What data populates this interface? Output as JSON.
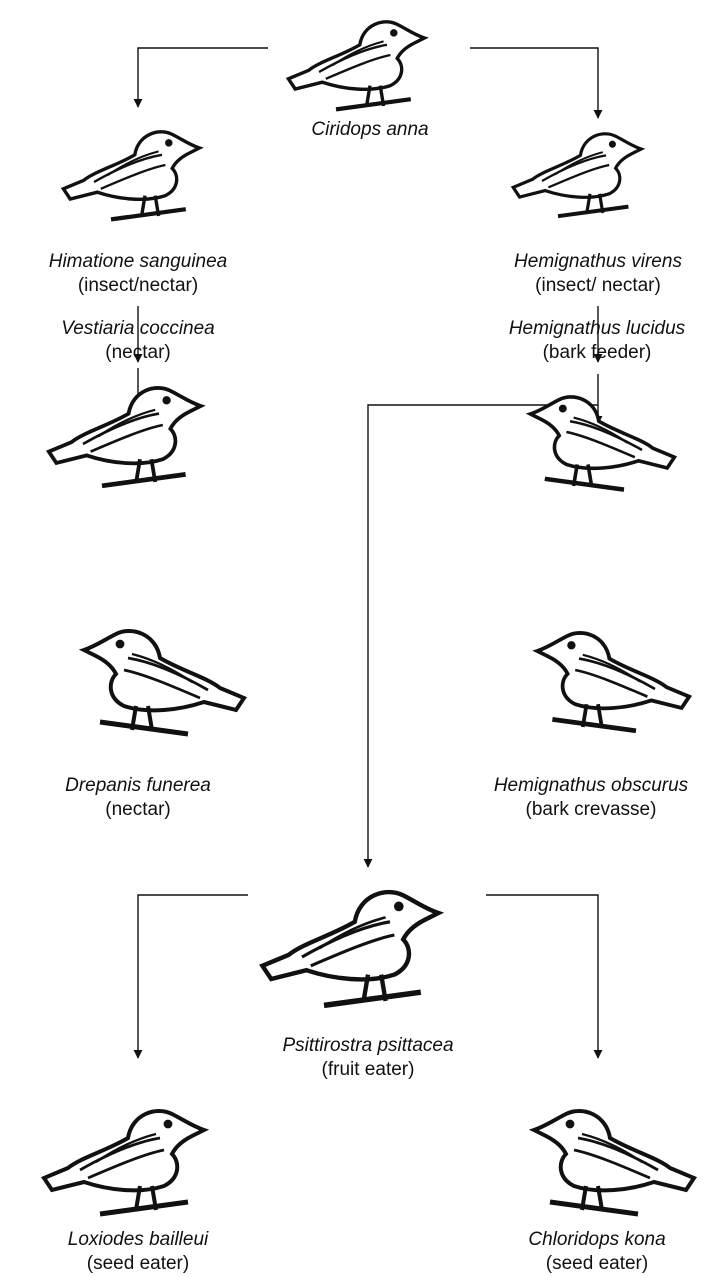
{
  "nodes": {
    "ciridops": {
      "species": "Ciridops anna",
      "diet": ""
    },
    "himatione": {
      "species": "Himatione sanguinea",
      "diet": "(insect/nectar)"
    },
    "virens": {
      "species": "Hemignathus virens",
      "diet": "(insect/ nectar)"
    },
    "vestiaria": {
      "species": "Vestiaria coccinea",
      "diet": "(nectar)"
    },
    "lucidus": {
      "species": "Hemignathus lucidus",
      "diet": "(bark feeder)"
    },
    "drepanis": {
      "species": "Drepanis funerea",
      "diet": "(nectar)"
    },
    "obscurus": {
      "species": "Hemignathus obscurus",
      "diet": "(bark crevasse)"
    },
    "psittirostra": {
      "species": "Psittirostra psittacea",
      "diet": "(fruit eater)"
    },
    "loxiodes": {
      "species": "Loxiodes bailleui",
      "diet": "(seed eater)"
    },
    "chloridops": {
      "species": "Chloridops kona",
      "diet": "(seed eater)"
    }
  },
  "colors": {
    "ink": "#111111",
    "fill": "#ffffff"
  },
  "icons": {
    "ciridops": "bird-illustration",
    "himatione": "bird-illustration",
    "virens": "bird-illustration",
    "vestiaria": "bird-illustration",
    "lucidus": "bird-illustration",
    "drepanis": "bird-illustration",
    "obscurus": "bird-illustration",
    "psittirostra": "bird-illustration",
    "loxiodes": "bird-illustration",
    "chloridops": "bird-illustration"
  }
}
